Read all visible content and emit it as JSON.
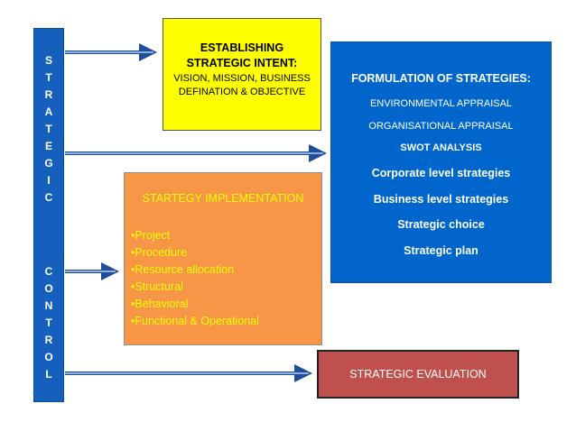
{
  "control": {
    "top_letters": "STRATEGIC",
    "bottom_letters": "CONTROL"
  },
  "intent": {
    "title_line1": "ESTABLISHING",
    "title_line2": "STRATEGIC INTENT:",
    "sub_line1": "VISION, MISSION, BUSINESS",
    "sub_line2": "DEFINATION & OBJECTIVE"
  },
  "formulation": {
    "title": "FORMULATION OF STRATEGIES:",
    "environmental": "ENVIRONMENTAL APPRAISAL",
    "organisational": "ORGANISATIONAL APPRAISAL",
    "swot": "SWOT ANALYSIS",
    "corporate": "Corporate level strategies",
    "business": "Business level strategies",
    "choice": "Strategic choice",
    "plan": "Strategic plan"
  },
  "implementation": {
    "title": "STARTEGY IMPLEMENTATION",
    "items": [
      "•Project",
      "•Procedure",
      "•Resource allocation",
      "•Structural",
      "•Behavioral",
      "•Functional & Operational"
    ]
  },
  "evaluation": {
    "label": "STRATEGIC EVALUATION"
  },
  "colors": {
    "control_bar": "#1560bd",
    "intent": "#ffff00",
    "formulation": "#0066cc",
    "implementation": "#f79646",
    "evaluation": "#c0504d",
    "arrow": "#1f4e9c"
  }
}
